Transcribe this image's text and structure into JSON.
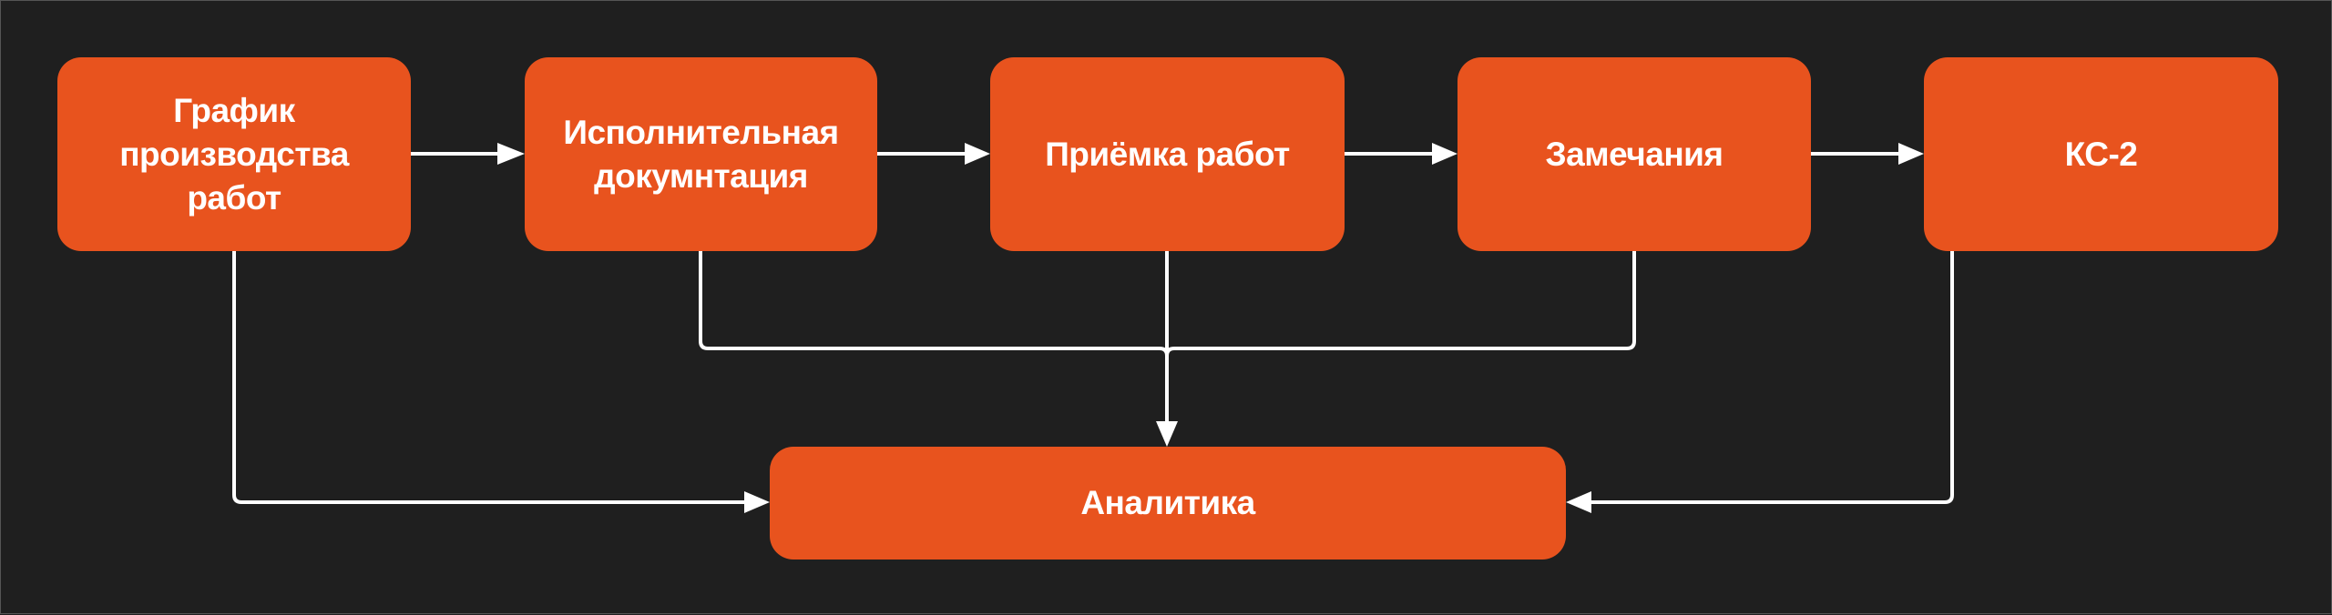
{
  "diagram": {
    "nodes": [
      {
        "id": "schedule",
        "label": "График\nпроизводства\nработ"
      },
      {
        "id": "exec-docs",
        "label": "Исполнительная\nдокумнтация"
      },
      {
        "id": "acceptance",
        "label": "Приёмка работ"
      },
      {
        "id": "remarks",
        "label": "Замечания"
      },
      {
        "id": "ks2",
        "label": "КС-2"
      },
      {
        "id": "analytics",
        "label": "Аналитика"
      }
    ],
    "edges": [
      [
        "schedule",
        "exec-docs"
      ],
      [
        "exec-docs",
        "acceptance"
      ],
      [
        "acceptance",
        "remarks"
      ],
      [
        "remarks",
        "ks2"
      ],
      [
        "schedule",
        "analytics"
      ],
      [
        "exec-docs",
        "analytics"
      ],
      [
        "acceptance",
        "analytics"
      ],
      [
        "remarks",
        "analytics"
      ],
      [
        "ks2",
        "analytics"
      ]
    ],
    "colors": {
      "background": "#1f1f1f",
      "node": "#e8531e",
      "text": "#ffffff",
      "edge": "#ffffff"
    }
  }
}
